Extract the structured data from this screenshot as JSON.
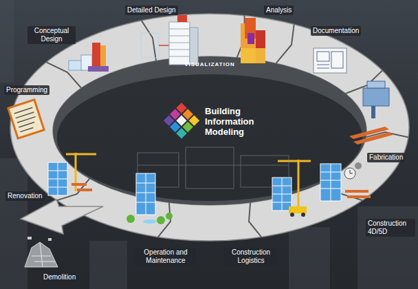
{
  "diagram": {
    "nodes": [
      {
        "text": [
          "Detailed Design"
        ]
      },
      {
        "text": [
          "Analysis"
        ]
      },
      {
        "text": [
          "Conceptual Design"
        ]
      },
      {
        "text": [
          "Documentation"
        ]
      },
      {
        "text": [
          "Programming"
        ]
      },
      {
        "text": [
          "Building Information Modeling"
        ]
      },
      {
        "text": [
          "Fabrication"
        ]
      },
      {
        "text": [
          "Renovation"
        ]
      },
      {
        "text": [
          "Construction 4D/5D"
        ]
      },
      {
        "text": [
          "Operation and Maintenance"
        ]
      },
      {
        "text": [
          "Construction Logistics"
        ]
      },
      {
        "text": [
          "Demolition"
        ]
      }
    ],
    "labels": [
      "VISUALIZATION"
    ]
  }
}
